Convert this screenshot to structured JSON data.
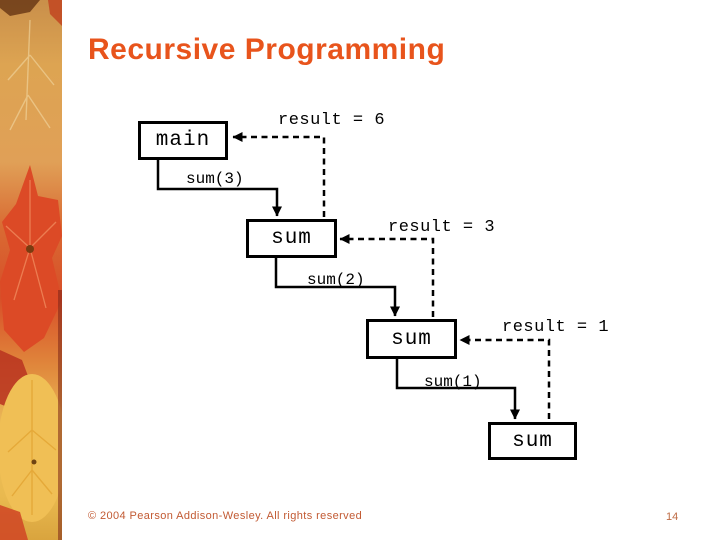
{
  "slide": {
    "title": "Recursive Programming",
    "footer": "© 2004 Pearson Addison-Wesley. All rights reserved",
    "page_number": "14"
  },
  "colors": {
    "title": "#E8541C",
    "footer": "#C25A33",
    "page_number": "#BE6B44",
    "diagram_line": "#000000"
  },
  "diagram": {
    "boxes": [
      {
        "name": "main",
        "label": "main"
      },
      {
        "name": "sum-level-1",
        "label": "sum"
      },
      {
        "name": "sum-level-2",
        "label": "sum"
      },
      {
        "name": "sum-level-3",
        "label": "sum"
      }
    ],
    "calls": [
      {
        "from": "main",
        "to": "sum-level-1",
        "label": "sum(3)"
      },
      {
        "from": "sum-level-1",
        "to": "sum-level-2",
        "label": "sum(2)"
      },
      {
        "from": "sum-level-2",
        "to": "sum-level-3",
        "label": "sum(1)"
      }
    ],
    "returns": [
      {
        "from": "sum-level-1",
        "to": "main",
        "label": "result = 6"
      },
      {
        "from": "sum-level-2",
        "to": "sum-level-1",
        "label": "result = 3"
      },
      {
        "from": "sum-level-3",
        "to": "sum-level-2",
        "label": "result = 1"
      }
    ]
  }
}
